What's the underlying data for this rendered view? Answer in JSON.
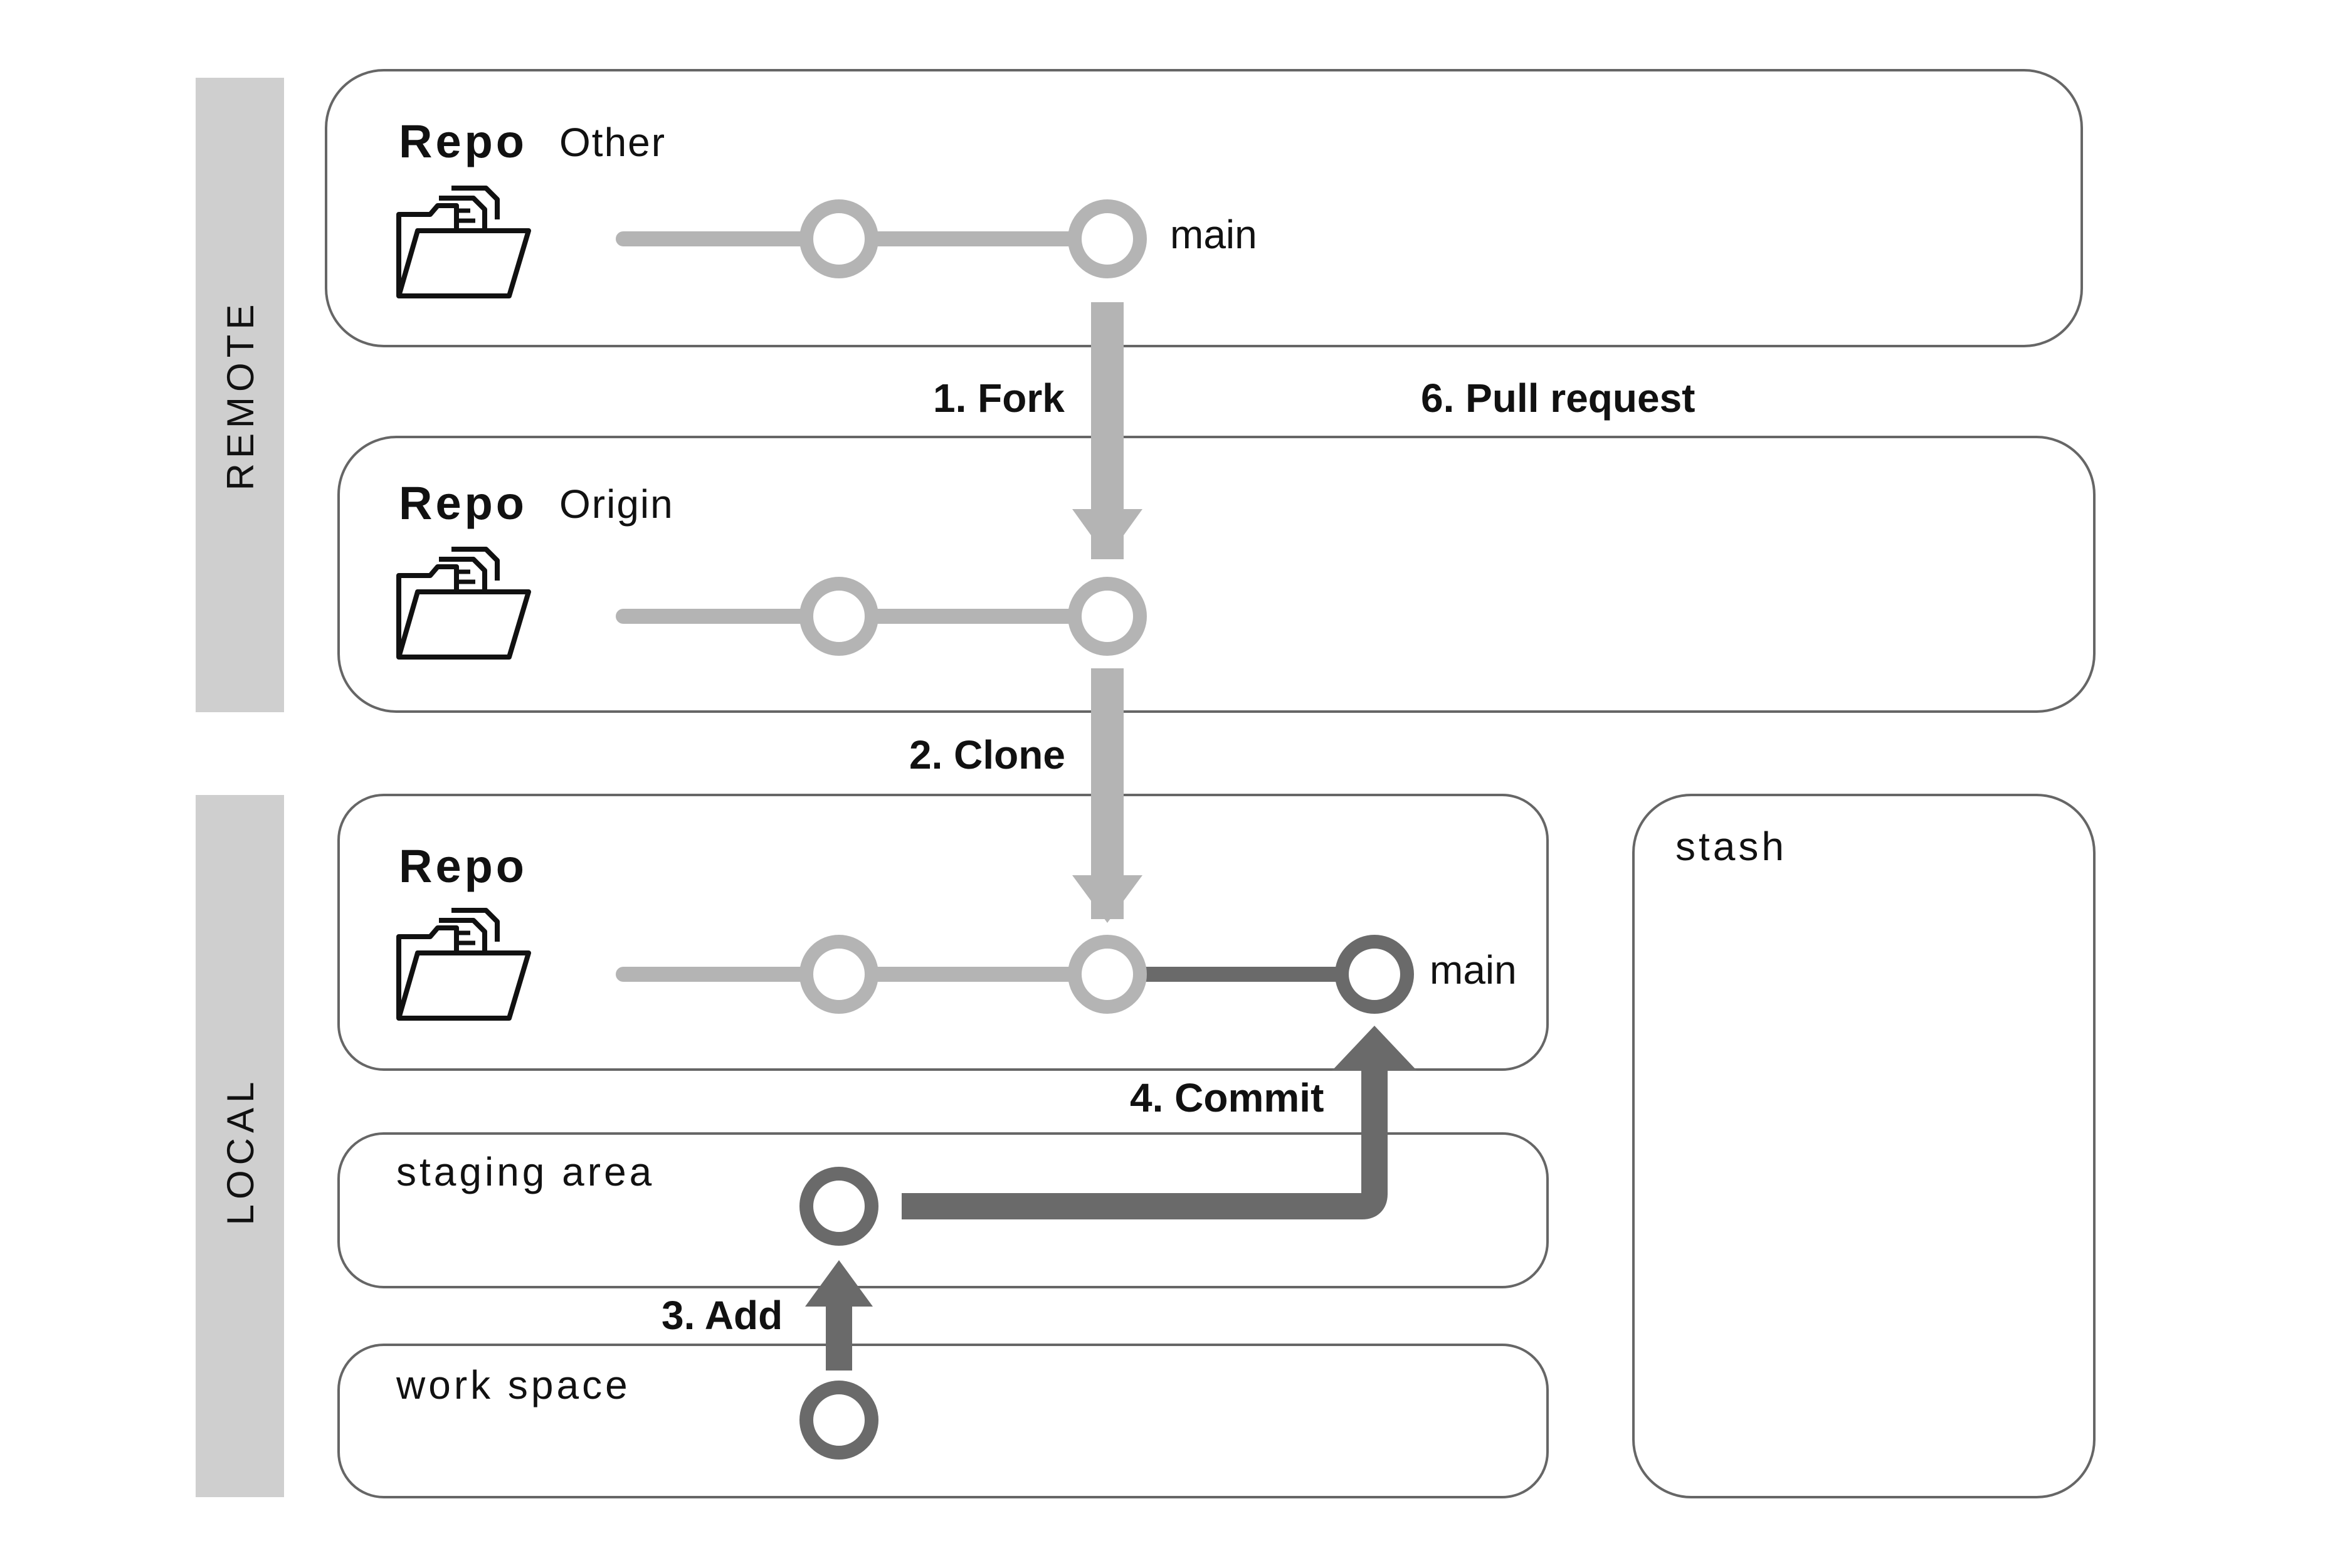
{
  "bands": {
    "remote": "REMOTE",
    "local": "LOCAL"
  },
  "repos": {
    "other": {
      "title": "Repo",
      "name": "Other",
      "branch": "main"
    },
    "origin": {
      "title": "Repo",
      "name": "Origin"
    },
    "local": {
      "title": "Repo",
      "branch": "main"
    }
  },
  "areas": {
    "staging": "staging area",
    "workspace": "work space",
    "stash": "stash"
  },
  "steps": {
    "fork": "1. Fork",
    "clone": "2. Clone",
    "add": "3. Add",
    "commit": "4. Commit",
    "pull_request": "6. Pull request"
  },
  "colors": {
    "light_gray": "#b4b4b4",
    "dark_gray": "#6a6a6a",
    "band_fill": "#cfcfcf",
    "border": "#666666"
  },
  "icons": [
    "folder-icon"
  ]
}
